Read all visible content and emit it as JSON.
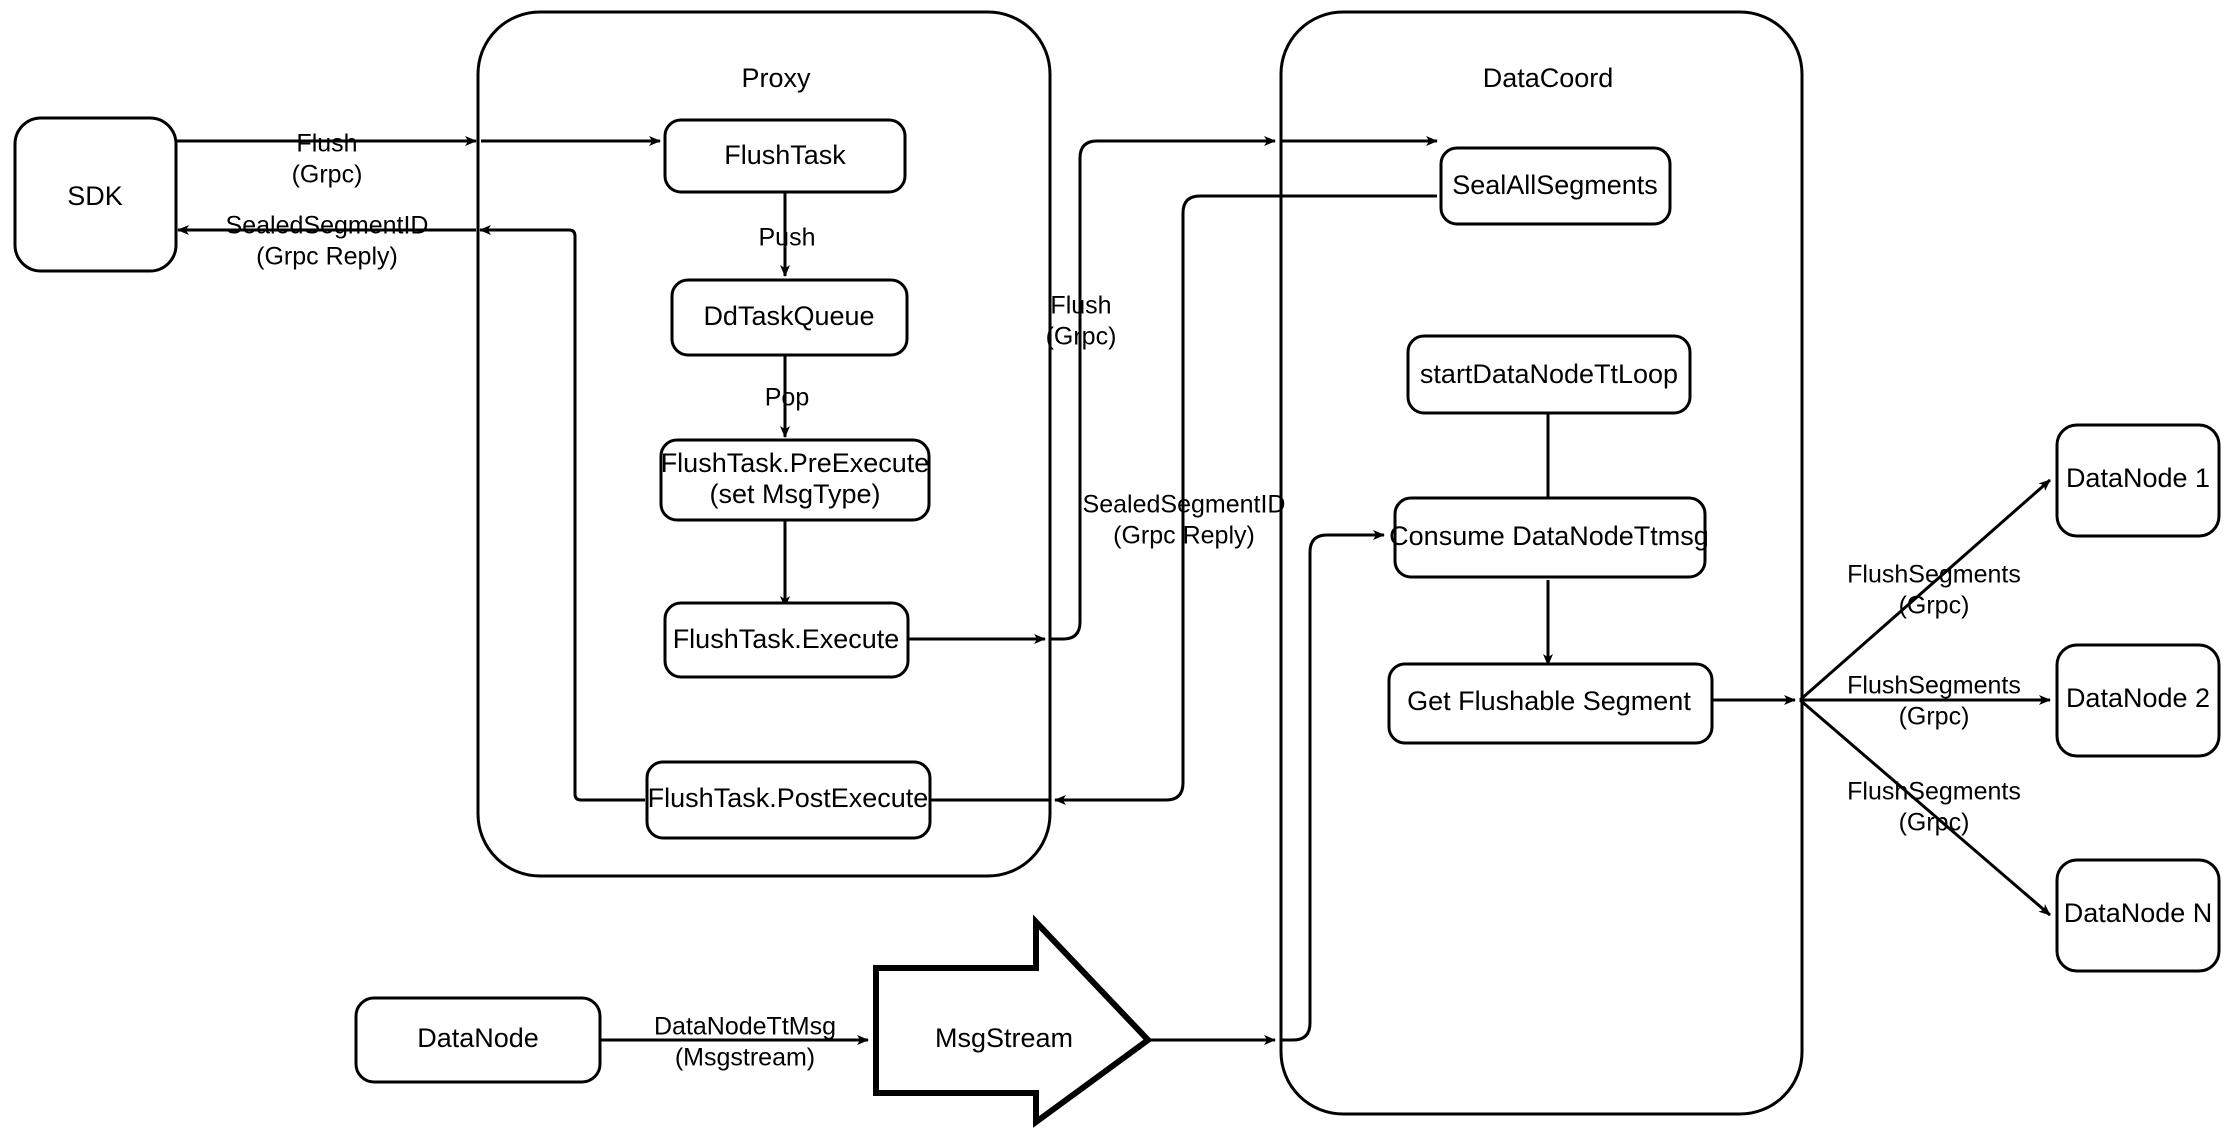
{
  "diagram": {
    "title": "Milvus Flush Sequence Flow",
    "background": "#ffffff",
    "stroke_color": "#000000",
    "groups": [
      {
        "id": "proxy",
        "label": "Proxy"
      },
      {
        "id": "datacoord",
        "label": "DataCoord"
      }
    ],
    "nodes": {
      "sdk": "SDK",
      "flush_task": "FlushTask",
      "dd_task_queue": "DdTaskQueue",
      "pre_execute_line1": "FlushTask.PreExecute",
      "pre_execute_line2": "(set MsgType)",
      "execute": "FlushTask.Execute",
      "post_execute": "FlushTask.PostExecute",
      "seal_all_segments": "SealAllSegments",
      "start_tt_loop": "startDataNodeTtLoop",
      "consume_tt_msg": "Consume DataNodeTtmsg",
      "get_flushable_segment": "Get Flushable Segment",
      "data_node_1": "DataNode 1",
      "data_node_2": "DataNode 2",
      "data_node_n": "DataNode N",
      "data_node_bottom": "DataNode",
      "msg_stream": "MsgStream"
    },
    "edge_labels": {
      "sdk_to_proxy_line1": "Flush",
      "sdk_to_proxy_line2": "(Grpc)",
      "proxy_to_sdk_line1": "SealedSegmentID",
      "proxy_to_sdk_line2": "(Grpc Reply)",
      "push": "Push",
      "pop": "Pop",
      "proxy_to_coord_line1": "Flush",
      "proxy_to_coord_line2": "(Grpc)",
      "coord_to_proxy_line1": "SealedSegmentID",
      "coord_to_proxy_line2": "(Grpc Reply)",
      "flush_segments_1_line1": "FlushSegments",
      "flush_segments_1_line2": "(Grpc)",
      "flush_segments_2_line1": "FlushSegments",
      "flush_segments_2_line2": "(Grpc)",
      "flush_segments_n_line1": "FlushSegments",
      "flush_segments_n_line2": "(Grpc)",
      "datanode_ttmsg_line1": "DataNodeTtMsg",
      "datanode_ttmsg_line2": "(Msgstream)"
    }
  }
}
